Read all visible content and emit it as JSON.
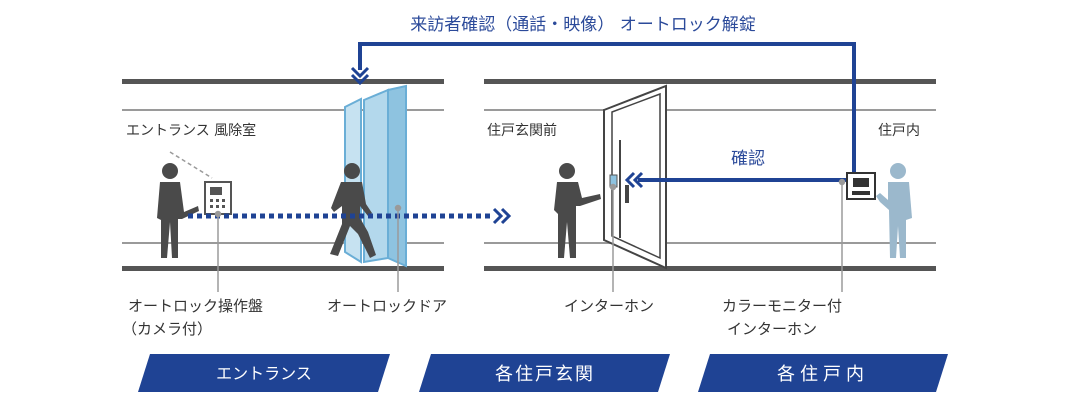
{
  "colors": {
    "navy": "#1f4394",
    "arrow_blue": "#2b4a9a",
    "line_gray": "#555555",
    "thin_gray": "#9a9a9a",
    "glass_blue": "#8ec3e0",
    "person_dark": "#4a4a4a",
    "person_light": "#9bb8cc"
  },
  "top_flow": {
    "label": "来訪者確認（通話・映像） オートロック解錠"
  },
  "confirm_flow": {
    "label": "確認"
  },
  "areas": {
    "entrance_hall_label": "エントランス 風除室",
    "front_of_door_label": "住戸玄関前",
    "inside_unit_label": "住戸内"
  },
  "callouts": {
    "panel_line1": "オートロック操作盤",
    "panel_line2": "（カメラ付）",
    "autolock_door": "オートロックドア",
    "intercom": "インターホン",
    "monitor_line1": "カラーモニター付",
    "monitor_line2": "インターホン"
  },
  "sections": [
    {
      "label": "エントランス"
    },
    {
      "label": "各住戸玄関"
    },
    {
      "label": "各住戸内"
    }
  ],
  "icons": {
    "down_chevron": "double-chevron-down-icon",
    "right_chevron": "double-chevron-right-icon",
    "left_chevron": "double-chevron-left-icon"
  }
}
